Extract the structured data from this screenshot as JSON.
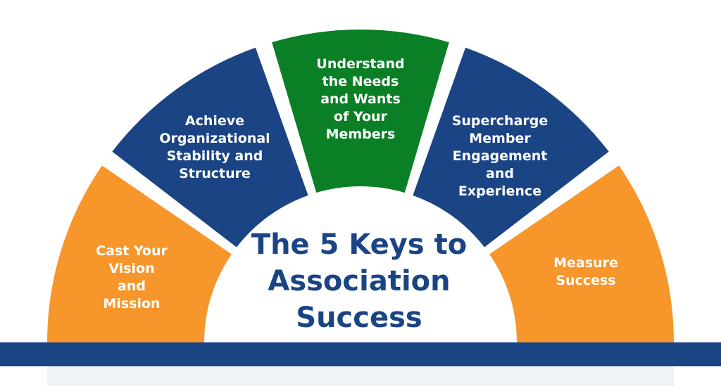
{
  "title": "The 5 Keys to\nAssociation\nSuccess",
  "colors": {
    "orange": "#f7962b",
    "navy": "#1a4484",
    "green": "#0b7f26",
    "base_bar": "#1a4484",
    "shadow": "#eef3f6"
  },
  "segments": [
    {
      "label": "Cast Your\nVision\nand\nMission",
      "color": "orange"
    },
    {
      "label": "Achieve\nOrganizational\nStability and\nStructure",
      "color": "navy"
    },
    {
      "label": "Understand\nthe Needs\nand Wants\nof Your\nMembers",
      "color": "green"
    },
    {
      "label": "Supercharge\nMember\nEngagement\nand\nExperience",
      "color": "navy"
    },
    {
      "label": "Measure\nSuccess",
      "color": "orange"
    }
  ]
}
